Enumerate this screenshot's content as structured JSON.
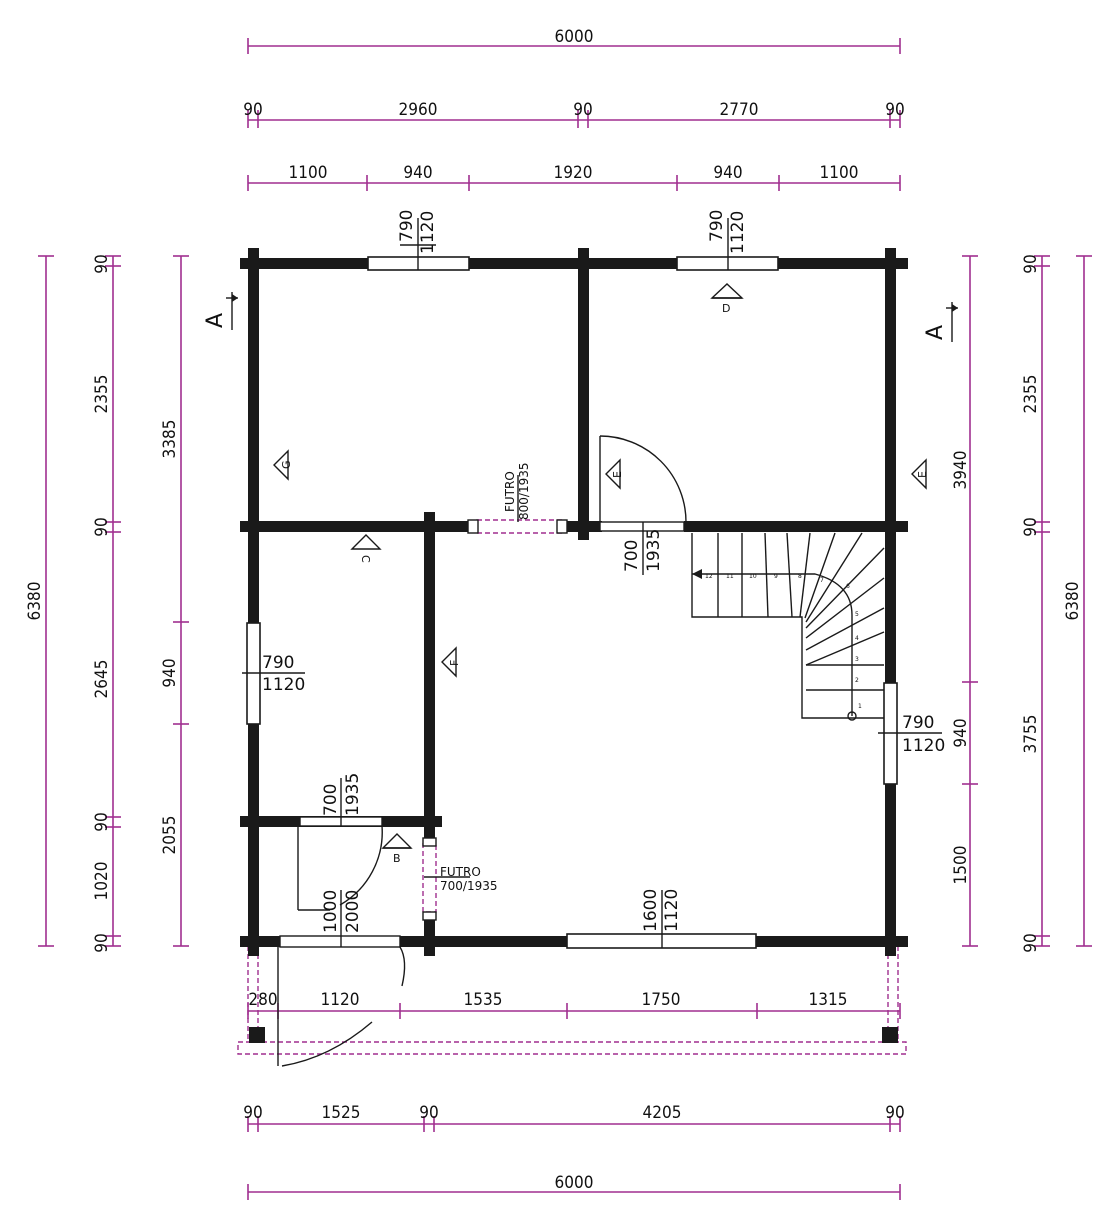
{
  "dims": {
    "top_total": "6000",
    "top_row2": [
      "90",
      "2960",
      "90",
      "2770",
      "90"
    ],
    "top_row3": [
      "1100",
      "940",
      "1920",
      "940",
      "1100"
    ],
    "bottom_row1": [
      "280",
      "1120",
      "1535",
      "1750",
      "1315"
    ],
    "bottom_row2": [
      "90",
      "1525",
      "90",
      "4205",
      "90"
    ],
    "bottom_total": "6000",
    "left_total": "6380",
    "left_col2": [
      "90",
      "2355",
      "90",
      "2645",
      "90",
      "1020",
      "90"
    ],
    "left_col3": [
      "3385",
      "940",
      "2055"
    ],
    "right_col1": [
      "3940",
      "940",
      "1500"
    ],
    "right_col2": [
      "90",
      "2355",
      "90",
      "3755",
      "90"
    ],
    "right_total": "6380"
  },
  "openings": {
    "win_top_left": [
      "790",
      "1120"
    ],
    "win_top_right": [
      "790",
      "1120"
    ],
    "win_left": [
      "790",
      "1120"
    ],
    "win_right": [
      "790",
      "1120"
    ],
    "win_bottom": [
      "1600",
      "1120"
    ],
    "door_inner": [
      "700",
      "1935"
    ],
    "door_bath": [
      "700",
      "1935"
    ],
    "door_entry": [
      "1000",
      "2000"
    ],
    "futro_top": [
      "FUTRO",
      "800/1935"
    ],
    "futro_mid": [
      "FUTRO",
      "700/1935"
    ]
  },
  "markers": {
    "section_left": "A",
    "section_right": "A",
    "views": [
      "B",
      "C",
      "D",
      "E",
      "E",
      "F",
      "G"
    ]
  },
  "stairs": {
    "step_numbers": [
      "1",
      "2",
      "3",
      "4",
      "5",
      "6",
      "7",
      "8",
      "9",
      "10",
      "11",
      "12"
    ]
  }
}
